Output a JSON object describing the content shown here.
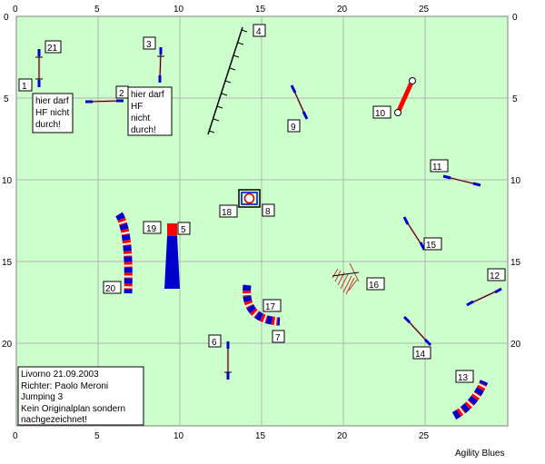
{
  "axis": {
    "x_ticks": [
      "0",
      "5",
      "10",
      "15",
      "20",
      "25"
    ],
    "y_ticks": [
      "0",
      "5",
      "10",
      "15",
      "20"
    ]
  },
  "colors": {
    "field": "#ccffcc",
    "grid": "#b4b4b4",
    "blue": "#0000cc",
    "red": "#ff0000",
    "pole_light": "#f2c0b8"
  },
  "obstacles": {
    "o1": "1",
    "o2": "2",
    "o3": "3",
    "o4": "4",
    "o5": "5",
    "o6": "6",
    "o7": "7",
    "o8": "8",
    "o9": "9",
    "o10": "10",
    "o11": "11",
    "o12": "12",
    "o13": "13",
    "o14": "14",
    "o15": "15",
    "o16": "16",
    "o17": "17",
    "o18": "18",
    "o19": "19",
    "o20": "20",
    "o21": "21"
  },
  "notes": {
    "left": [
      "hier darf",
      "HF nicht",
      "durch!"
    ],
    "right": [
      "hier darf",
      "HF",
      "nicht",
      "durch!"
    ]
  },
  "info": {
    "lines": [
      "Livorno 21.09.2003",
      "Richter: Paolo Meroni",
      "Jumping 3",
      "Kein Originalplan sondern",
      "nachgezeichnet!"
    ]
  },
  "credit": "Agility Blues"
}
